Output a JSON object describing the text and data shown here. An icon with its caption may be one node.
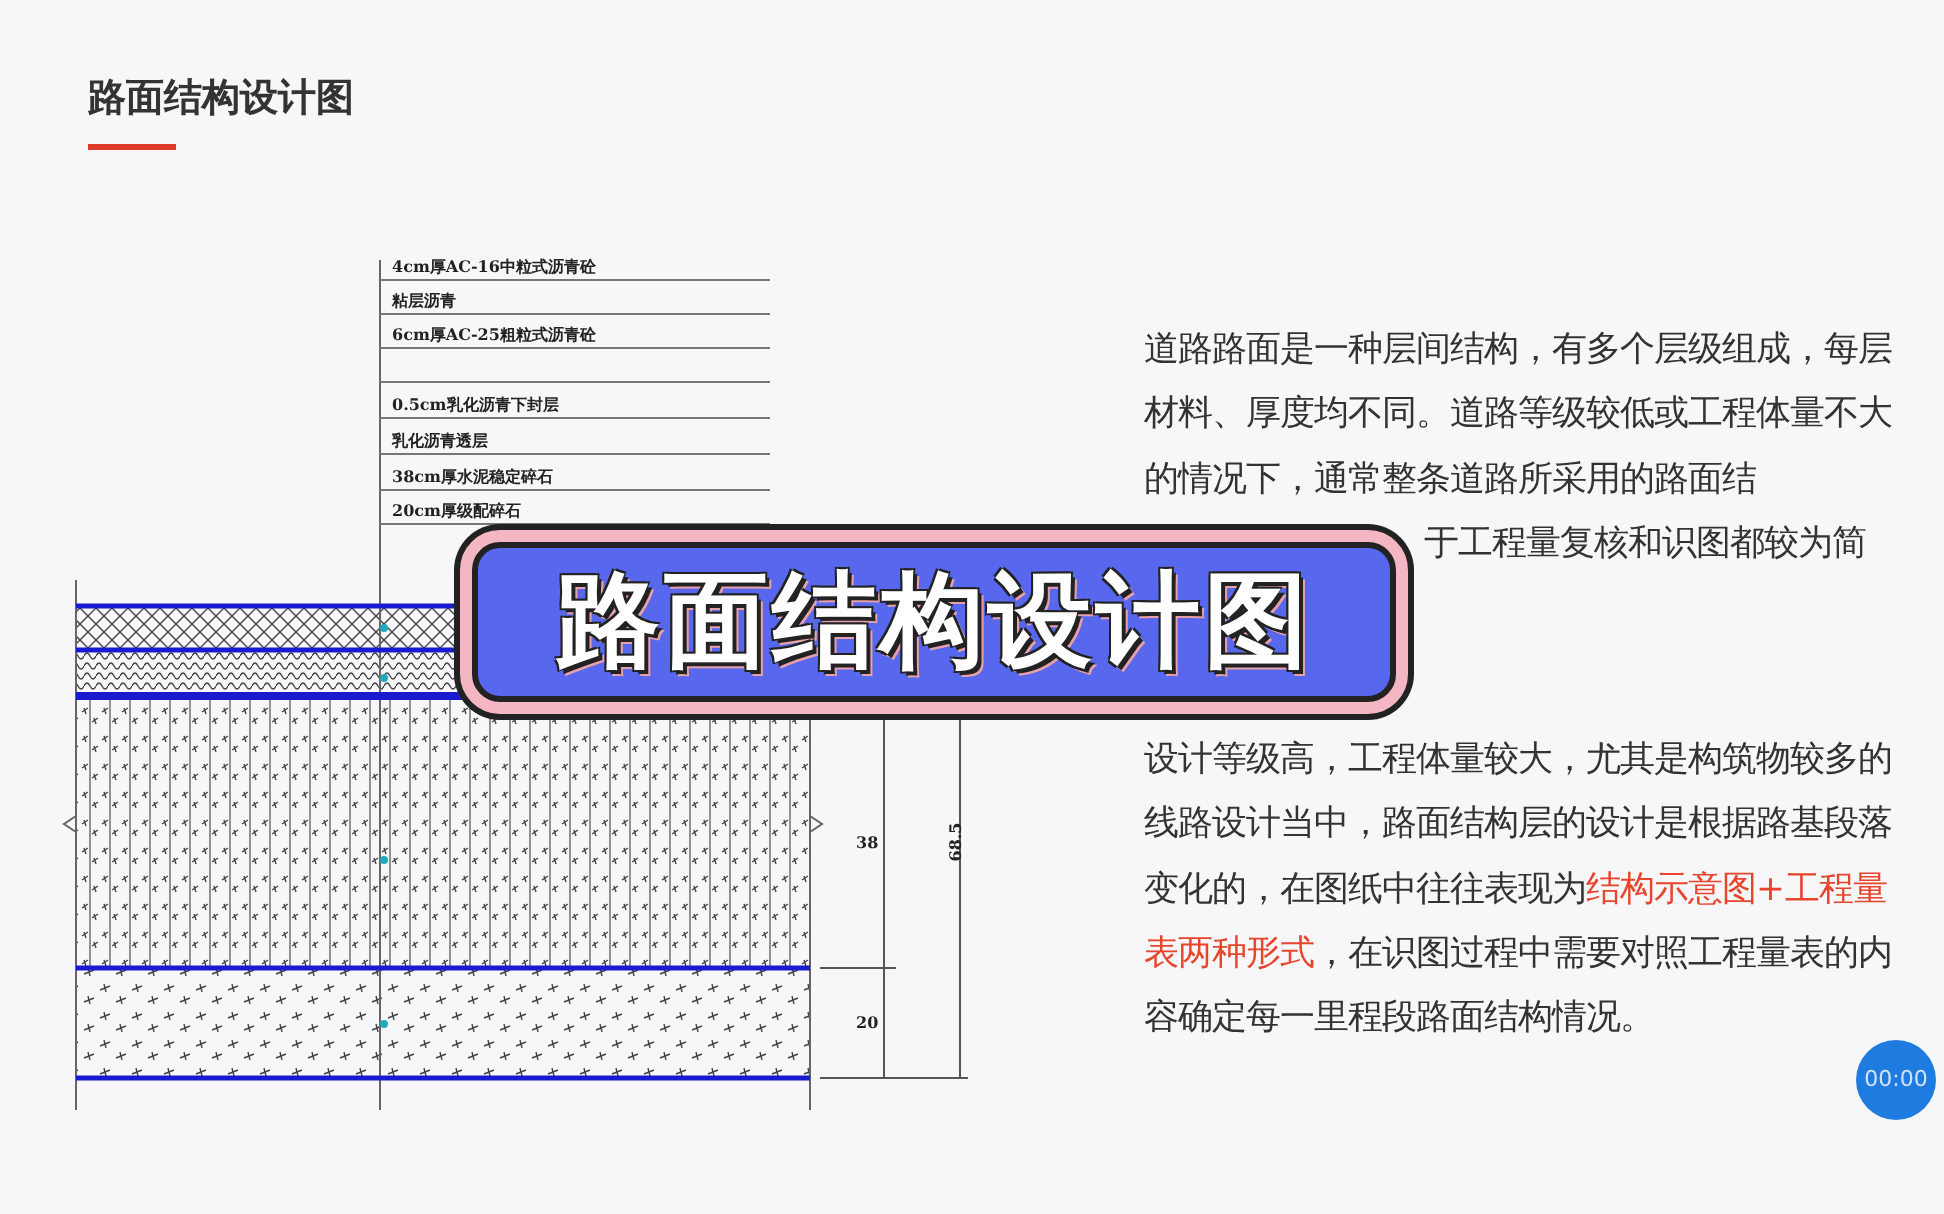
{
  "diagram": {
    "title": "路面结构设计图",
    "labels": [
      "4cm厚AC-16中粒式沥青砼",
      "粘层沥青",
      "6cm厚AC-25粗粒式沥青砼",
      "0.5cm乳化沥青下封层",
      "乳化沥青透层",
      "38cm厚水泥稳定碎石",
      "20cm厚级配碎石",
      "38",
      "20",
      "68.5",
      "路面结构设计图",
      "道路路面是一种层间结构，有多个层级组成，每层材料、厚度均不同。道路等级较低或工程体量不大的情况下，通常整条道路所采用的路面结",
      "于工程量复核和识图都较为简",
      "设计等级高，工程体量较大，尤其是构筑物较多的线路设计当中，路面结构层的设计是根据路基段落变化的，在图纸中往往表现为**结构示意图+工程量表两种形式**，在识图过程中需要对照工程量表的内容确定每一里程段路面结构情况。",
      "00:00"
    ]
  }
}
